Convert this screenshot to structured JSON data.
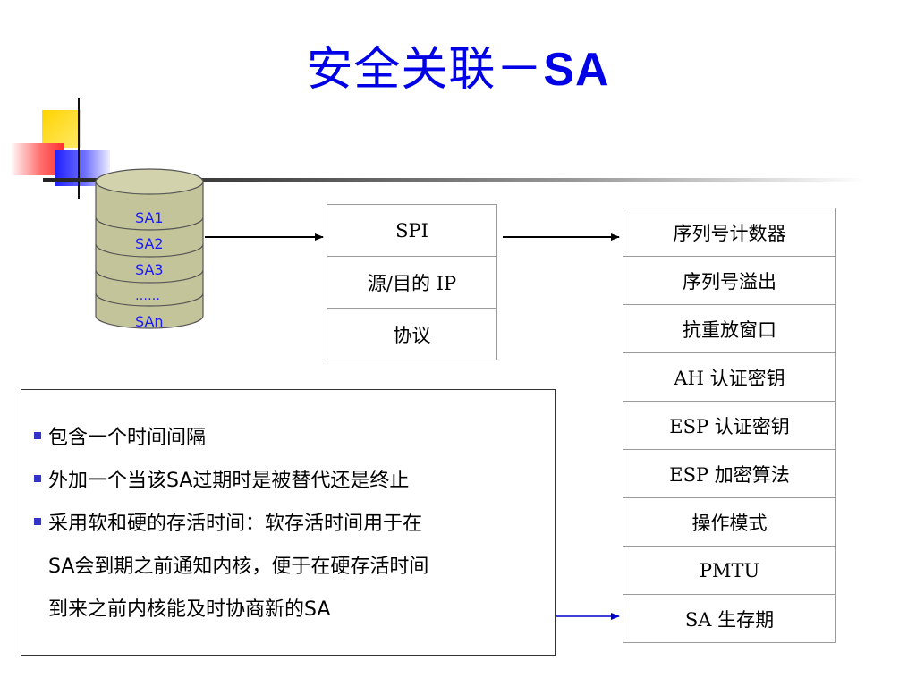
{
  "title": {
    "cjk": "安全关联－",
    "latin": "SA"
  },
  "database": {
    "entries": [
      "SA1",
      "SA2",
      "SA3",
      "……",
      "SAn"
    ],
    "fill_color": "#c4c49a",
    "label_color": "#1a1aff"
  },
  "spi_table": {
    "rows": [
      "SPI",
      "源/目的 IP",
      "协议"
    ]
  },
  "sa_fields": {
    "rows": [
      "序列号计数器",
      "序列号溢出",
      "抗重放窗口",
      "AH 认证密钥",
      "ESP 认证密钥",
      "ESP 加密算法",
      "操作模式",
      "PMTU",
      "SA 生存期"
    ]
  },
  "info": {
    "bullets": [
      {
        "lines": [
          "包含一个时间间隔"
        ]
      },
      {
        "lines": [
          "外加一个当该SA过期时是被替代还是终止"
        ]
      },
      {
        "lines": [
          "采用软和硬的存活时间：软存活时间用于在",
          "SA会到期之前通知内核，便于在硬存活时间",
          "到来之前内核能及时协商新的SA"
        ]
      }
    ],
    "bullet_color": "#3333cc"
  },
  "colors": {
    "title": "#0000e6",
    "arrow_black": "#000000",
    "arrow_blue": "#0000cc"
  }
}
